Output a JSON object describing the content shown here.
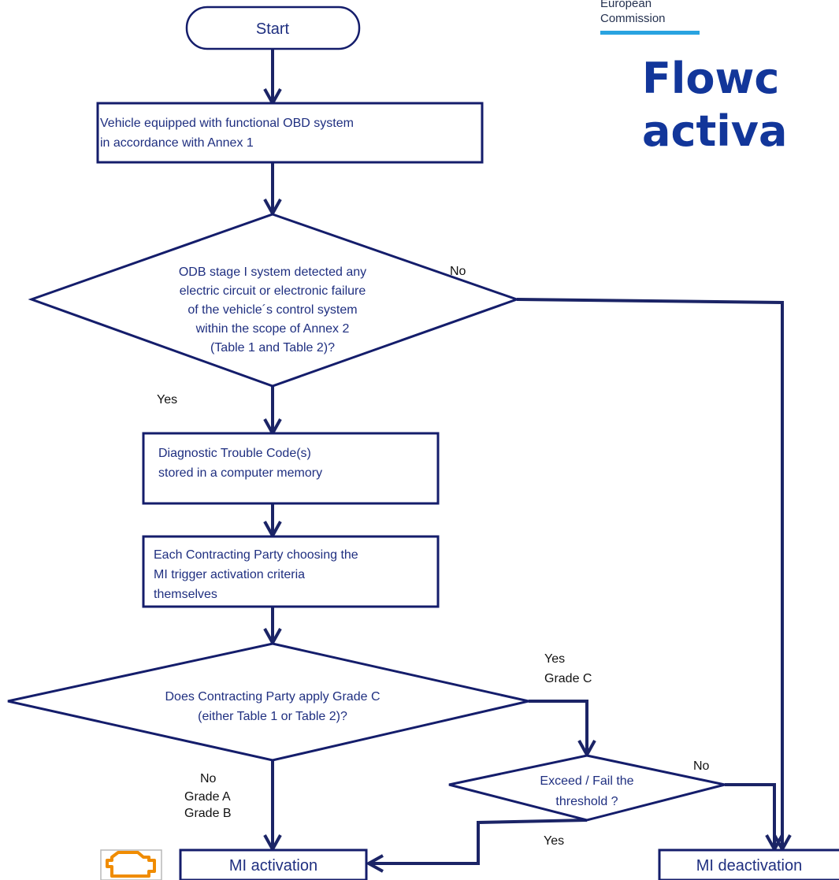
{
  "header": {
    "logo_line1": "European",
    "logo_line2": "Commission",
    "title_line1": "Flowc",
    "title_line2": "activa"
  },
  "flow": {
    "start": "Start",
    "box_obd": [
      "Vehicle equipped with functional OBD system",
      "in accordance with Annex 1"
    ],
    "decision_detect": [
      "ODB stage I system detected any",
      "electric circuit or electronic failure",
      "of the vehicle´s control system",
      "within the scope of Annex 2",
      "(Table 1 and Table 2)?"
    ],
    "label_no_detect": "No",
    "label_yes_detect": "Yes",
    "box_dtc": [
      "Diagnostic Trouble Code(s)",
      "stored in a computer memory"
    ],
    "box_party": [
      "Each Contracting Party choosing the",
      "MI trigger activation criteria",
      "themselves"
    ],
    "decision_grade": [
      "Does Contracting Party apply Grade C",
      "(either Table 1 or Table 2)?"
    ],
    "label_yes_gradec": [
      "Yes",
      "Grade C"
    ],
    "label_no_grade": "No",
    "label_grades_ab": [
      "Grade A",
      "Grade B"
    ],
    "decision_threshold": [
      "Exceed / Fail the",
      "threshold ?"
    ],
    "label_no_threshold": "No",
    "label_yes_threshold": "Yes",
    "mi_activation": "MI activation",
    "mi_deactivation": "MI deactivation"
  },
  "icons": {
    "engine_warning": "check-engine-icon"
  },
  "colors": {
    "shape_border": "#141d6b",
    "arrow": "#1b2466",
    "title": "#12369a",
    "logo_bar": "#29a3e0",
    "engine_icon": "#f08c00"
  }
}
